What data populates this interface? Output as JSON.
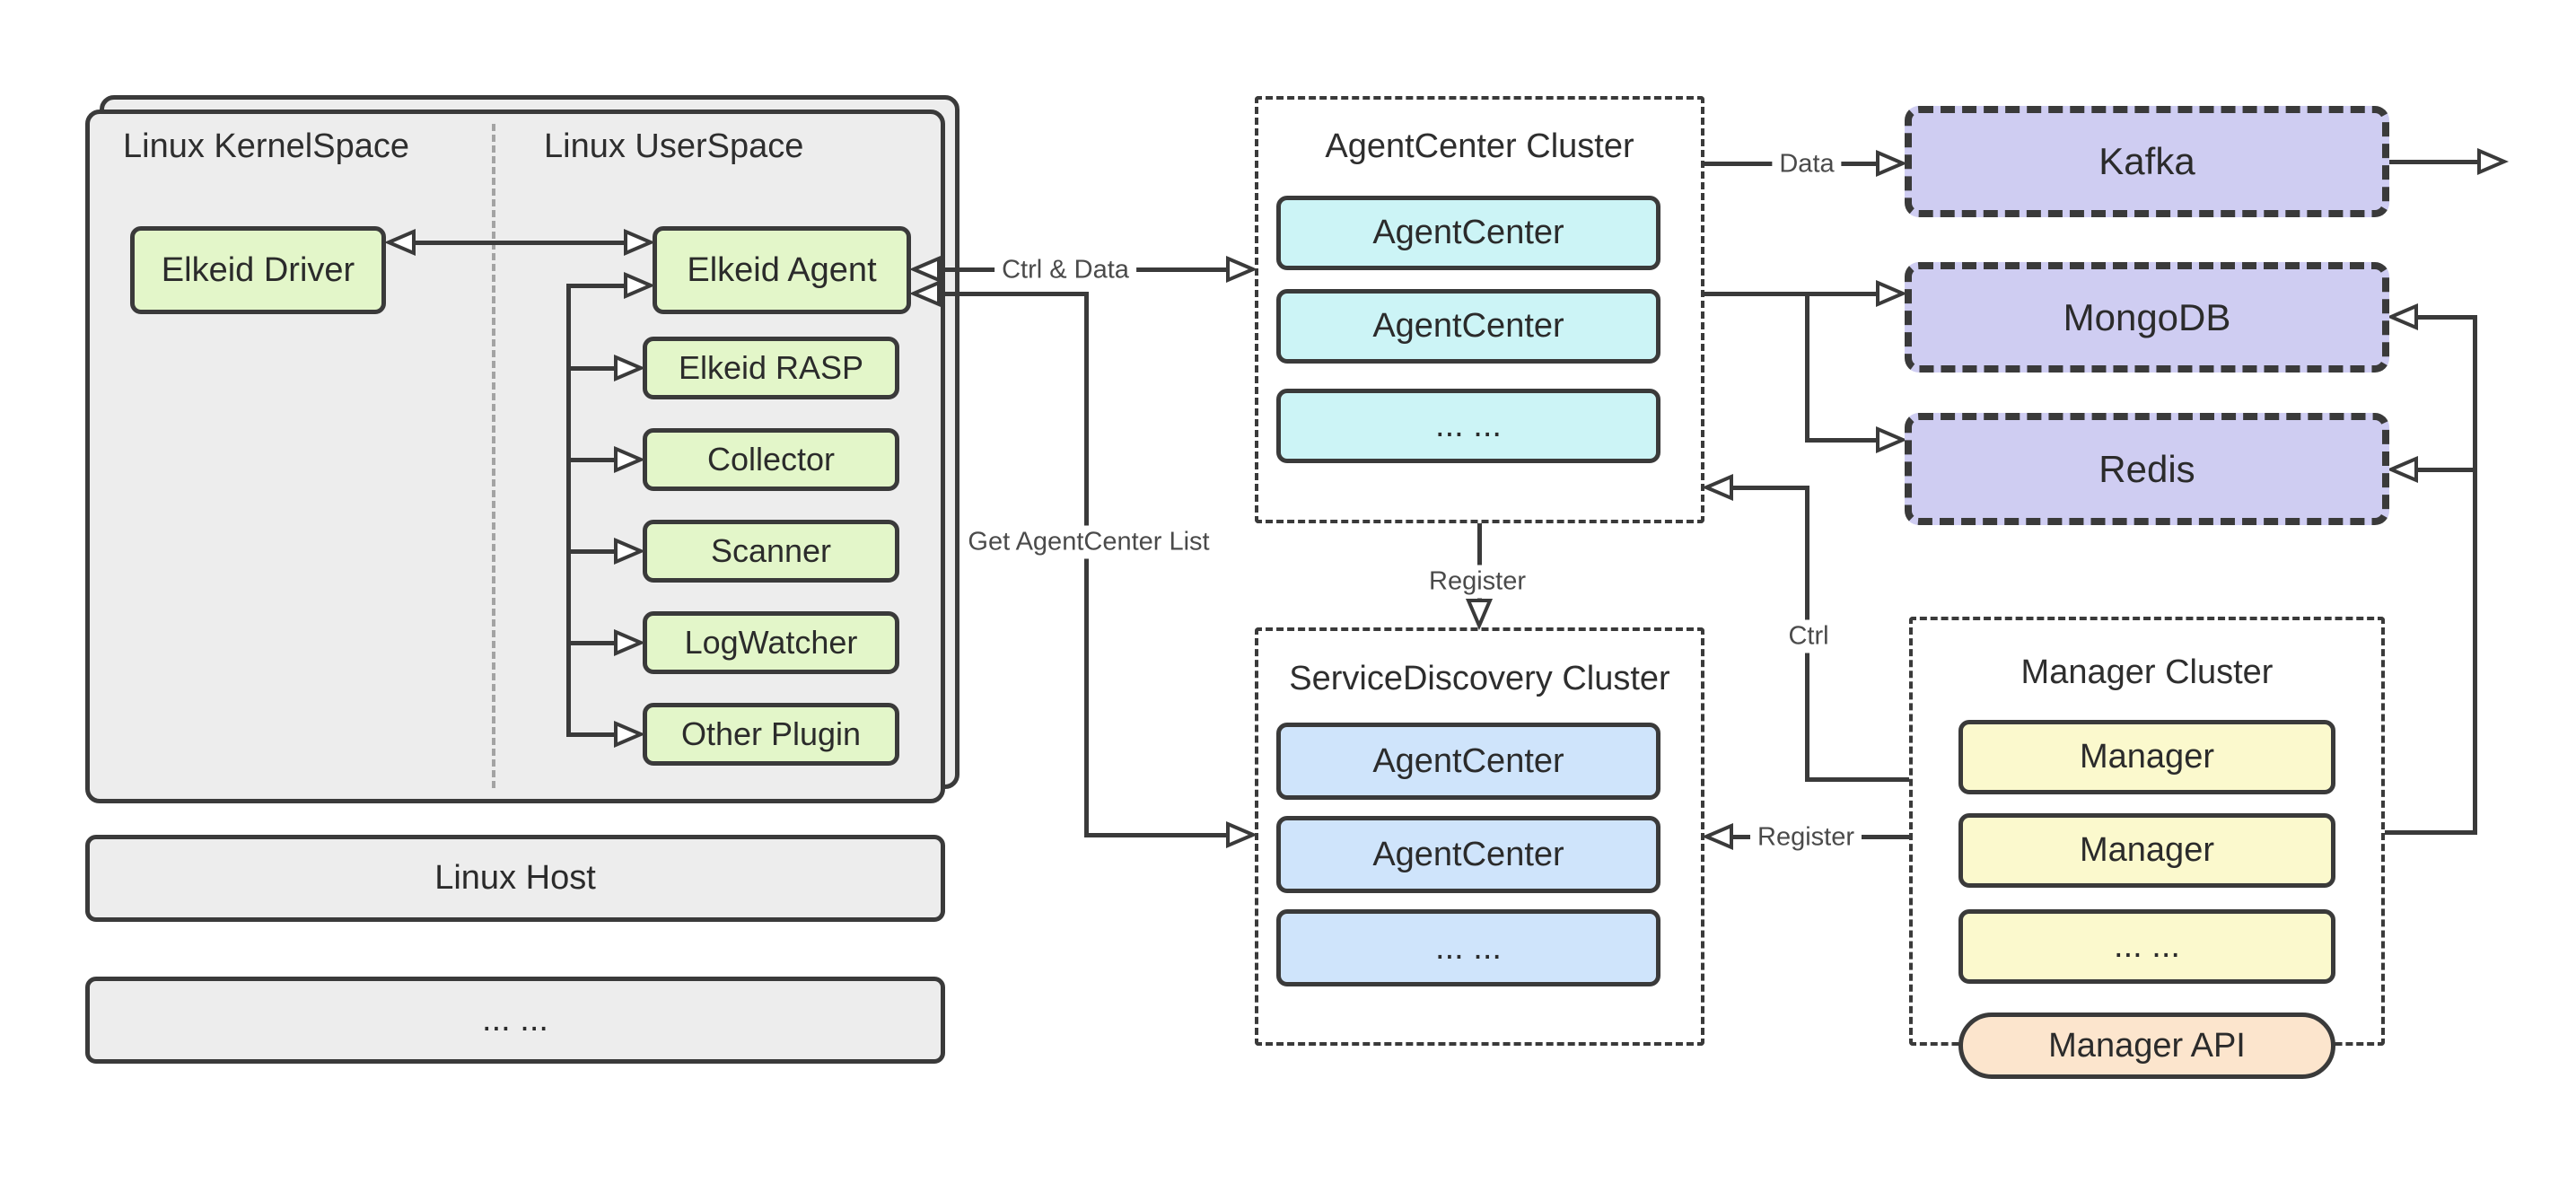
{
  "left": {
    "kernel_space_label": "Linux KernelSpace",
    "user_space_label": "Linux UserSpace",
    "driver_label": "Elkeid Driver",
    "agent_label": "Elkeid Agent",
    "plugins": [
      "Elkeid RASP",
      "Collector",
      "Scanner",
      "LogWatcher",
      "Other Plugin"
    ],
    "host_label": "Linux Host",
    "more_hosts_label": "... ..."
  },
  "agentcenter_cluster": {
    "title": "AgentCenter Cluster",
    "nodes": [
      "AgentCenter",
      "AgentCenter",
      "... ..."
    ]
  },
  "servicediscovery_cluster": {
    "title": "ServiceDiscovery Cluster",
    "nodes": [
      "AgentCenter",
      "AgentCenter",
      "... ..."
    ]
  },
  "manager_cluster": {
    "title": "Manager Cluster",
    "nodes": [
      "Manager",
      "Manager",
      "... ..."
    ],
    "api_label": "Manager API"
  },
  "datastores": {
    "kafka_label": "Kafka",
    "mongodb_label": "MongoDB",
    "redis_label": "Redis"
  },
  "edge_labels": {
    "ctrl_and_data": "Ctrl & Data",
    "get_agentcenter_list": "Get AgentCenter List",
    "data": "Data",
    "register_agentcenter": "Register",
    "register_manager": "Register",
    "ctrl": "Ctrl"
  },
  "colors": {
    "plugin_green": "#e3f6c9",
    "agentcenter_cyan": "#ccf4f6",
    "servicediscovery_blue": "#cfe4fb",
    "datastore_lavender": "#cfcdf2",
    "manager_yellow": "#fbf9cd",
    "manager_api_peach": "#fce5cd",
    "host_gray": "#ededed",
    "line_dark": "#3a3a3a"
  }
}
